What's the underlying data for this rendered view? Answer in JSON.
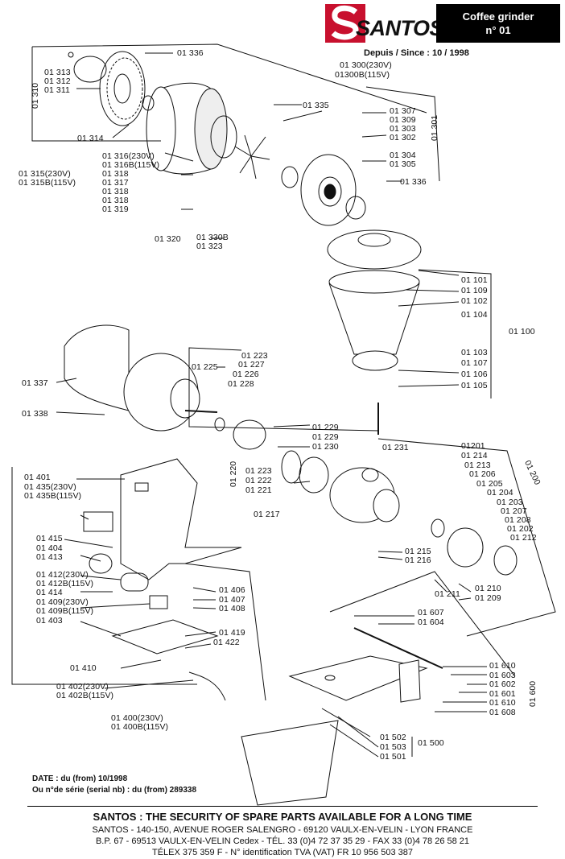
{
  "header": {
    "brand": "SANTOS",
    "title_line1": "Coffee grinder",
    "title_line2": "n° 01",
    "since": "Depuis / Since : 10 / 1998"
  },
  "assembly_labels": {
    "a01310": "01 310",
    "a01301": "01 301",
    "a01220": "01 220",
    "a01200": "01 200"
  },
  "part_labels": [
    "01 336",
    "01 313",
    "01 312",
    "01 311",
    "01 300(230V)",
    "01300B(115V)",
    "01 335",
    "01 307",
    "01 309",
    "01 303",
    "01 302",
    "01 314",
    "01 316(230V)",
    "01 316B(115V)",
    "01 315(230V)",
    "01 315B(115V)",
    "01 318",
    "01 317",
    "01 318",
    "01 318",
    "01 319",
    "01 304",
    "01 305",
    "01 336",
    "01 320",
    "01 330B",
    "01 323",
    "01 101",
    "01 109",
    "01 102",
    "01 104",
    "01 100",
    "01 103",
    "01 107",
    "01 106",
    "01 105",
    "01 225",
    "01 223",
    "01 227",
    "01 226",
    "01 228",
    "01 337",
    "01 338",
    "01 229",
    "01 229",
    "01 230",
    "01 231",
    "01201",
    "01 214",
    "01 213",
    "01 206",
    "01 205",
    "01 204",
    "01 203",
    "01 207",
    "01 208",
    "01 202",
    "01 212",
    "01 401",
    "01 435(230V)",
    "01 435B(115V)",
    "01 223",
    "01 222",
    "01 221",
    "01 217",
    "01 415",
    "01 404",
    "01 413",
    "01 215",
    "01 216",
    "01 412(230V)",
    "01 412B(115V)",
    "01 414",
    "01 409(230V)",
    "01 409B(115V)",
    "01 403",
    "01 406",
    "01 407",
    "01 408",
    "01 419",
    "01 422",
    "01 211",
    "01 210",
    "01 209",
    "01 607",
    "01 604",
    "01 410",
    "01 610",
    "01 603",
    "01 602",
    "01 601",
    "01 610",
    "01 608",
    "01 600",
    "01 402(230V)",
    "01 402B(115V)",
    "01 400(230V)",
    "01 400B(115V)",
    "01 502",
    "01 503",
    "01 501",
    "01 500"
  ],
  "notes": {
    "date": "DATE : du (from) 10/1998",
    "serial": "Ou n°de série (serial nb) : du (from) 289338"
  },
  "footer": {
    "slogan": "SANTOS : THE SECURITY OF SPARE PARTS AVAILABLE FOR A LONG TIME",
    "address1": "SANTOS - 140-150, AVENUE ROGER SALENGRO - 69120 VAULX-EN-VELIN - LYON FRANCE",
    "address2": "B.P. 67 - 69513 VAULX-EN-VELIN Cedex - TÉL. 33 (0)4 72 37 35 29 - FAX 33 (0)4 78 26 58 21",
    "address3": "TÉLEX 375 359 F - N° identification TVA (VAT) FR 10 956 503 387"
  },
  "colors": {
    "ink": "#111111",
    "title_bg": "#000000",
    "title_fg": "#ffffff",
    "logo_red": "#c8102e"
  }
}
